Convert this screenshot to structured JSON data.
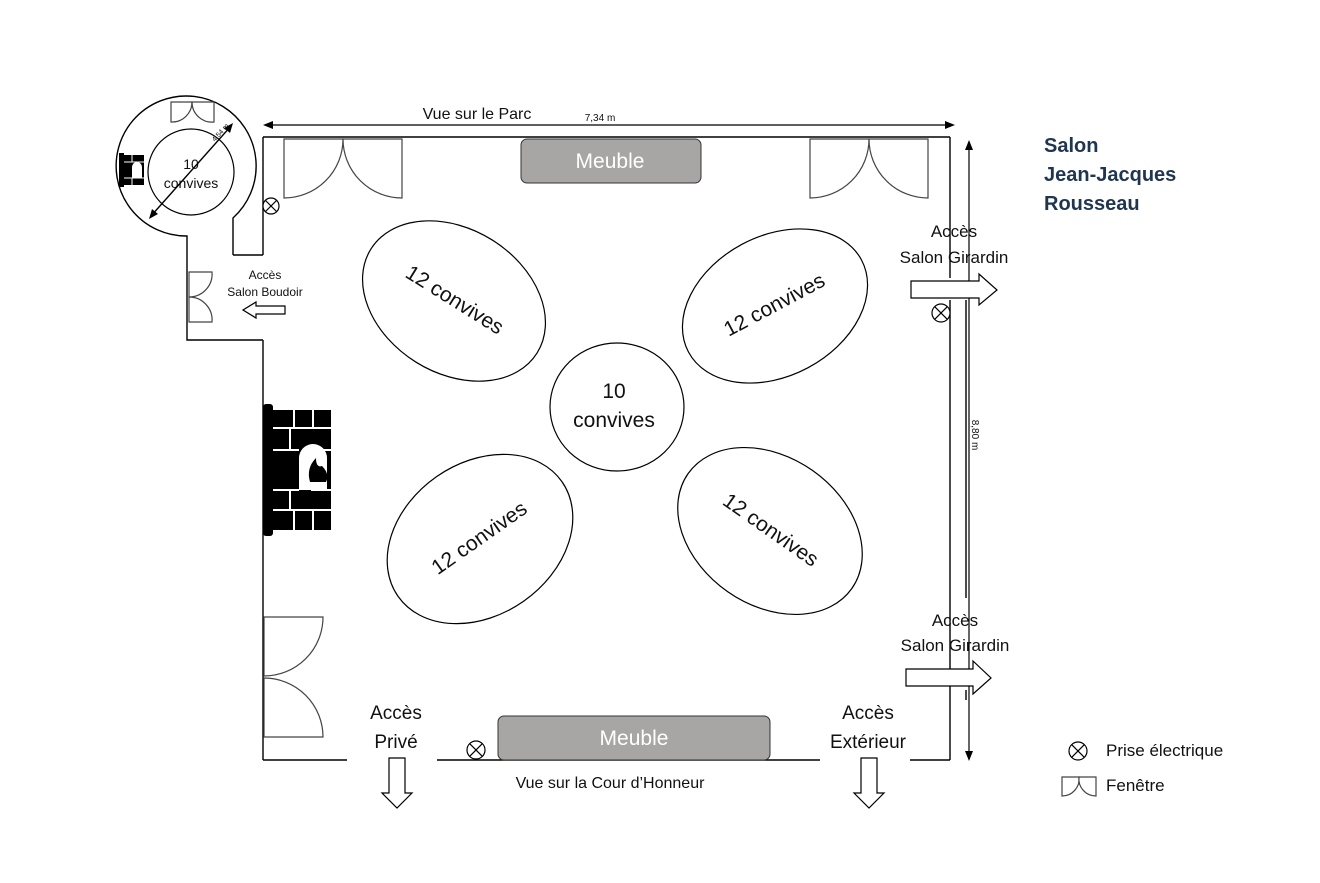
{
  "title": {
    "line1": "Salon",
    "line2": "Jean-Jacques",
    "line3": "Rousseau"
  },
  "views": {
    "top": "Vue sur le Parc",
    "bottom": "Vue sur la Cour d’Honneur"
  },
  "dimensions": {
    "width": "7,34 m",
    "height": "8,80 m",
    "rotunda": "4,54 m"
  },
  "furniture": {
    "top": "Meuble",
    "bottom": "Meuble"
  },
  "tables": {
    "top_left": "12 convives",
    "top_right": "12 convives",
    "bottom_left": "12 convives",
    "bottom_right": "12 convives",
    "center": {
      "line1": "10",
      "line2": "convives"
    },
    "rotunda": {
      "line1": "10",
      "line2": "convives"
    }
  },
  "accesses": {
    "girardin_top": {
      "line1": "Accès",
      "line2": "Salon Girardin"
    },
    "girardin_bottom": {
      "line1": "Accès",
      "line2": "Salon Girardin"
    },
    "boudoir": {
      "line1": "Accès",
      "line2": "Salon Boudoir"
    },
    "prive": {
      "line1": "Accès",
      "line2": "Privé"
    },
    "exterieur": {
      "line1": "Accès",
      "line2": "Extérieur"
    }
  },
  "legend": {
    "socket": "Prise électrique",
    "window": "Fenêtre"
  },
  "icons": {
    "socket": "electrical-outlet-icon",
    "window": "window-icon",
    "fireplace": "fireplace-icon",
    "arrow": "arrow-icon"
  }
}
